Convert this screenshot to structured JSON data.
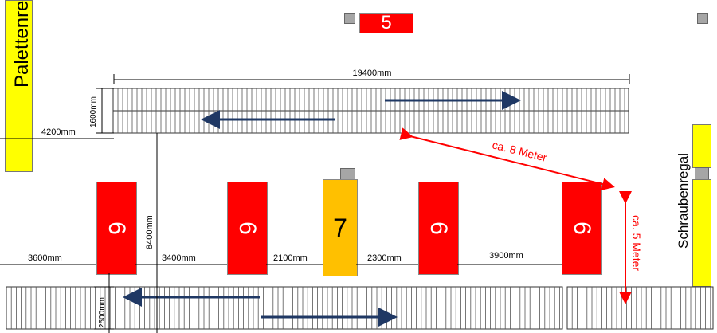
{
  "labels": {
    "palettenregal": "Palettenregal",
    "schraubenregal": "Schraubenregal"
  },
  "blocks": {
    "top": "5",
    "machines": [
      "6",
      "6",
      "7",
      "6",
      "6"
    ]
  },
  "dimensions": {
    "width_top": "19400mm",
    "h1600": "1600mm",
    "d4200": "4200mm",
    "d8400": "8400mm",
    "d3600": "3600mm",
    "d3400": "3400mm",
    "d2100": "2100mm",
    "d2300": "2300mm",
    "d3900": "3900mm",
    "d2500": "2500mm"
  },
  "annotations": {
    "ca8": "ca. 8 Meter",
    "ca5": "ca. 5 Meter"
  },
  "colors": {
    "red": "#ff0000",
    "yellow": "#ffff00",
    "orange": "#ffc000",
    "gray": "#a6a6a6",
    "arrow_navy": "#1f3864",
    "annotation_red": "#ff0000"
  }
}
